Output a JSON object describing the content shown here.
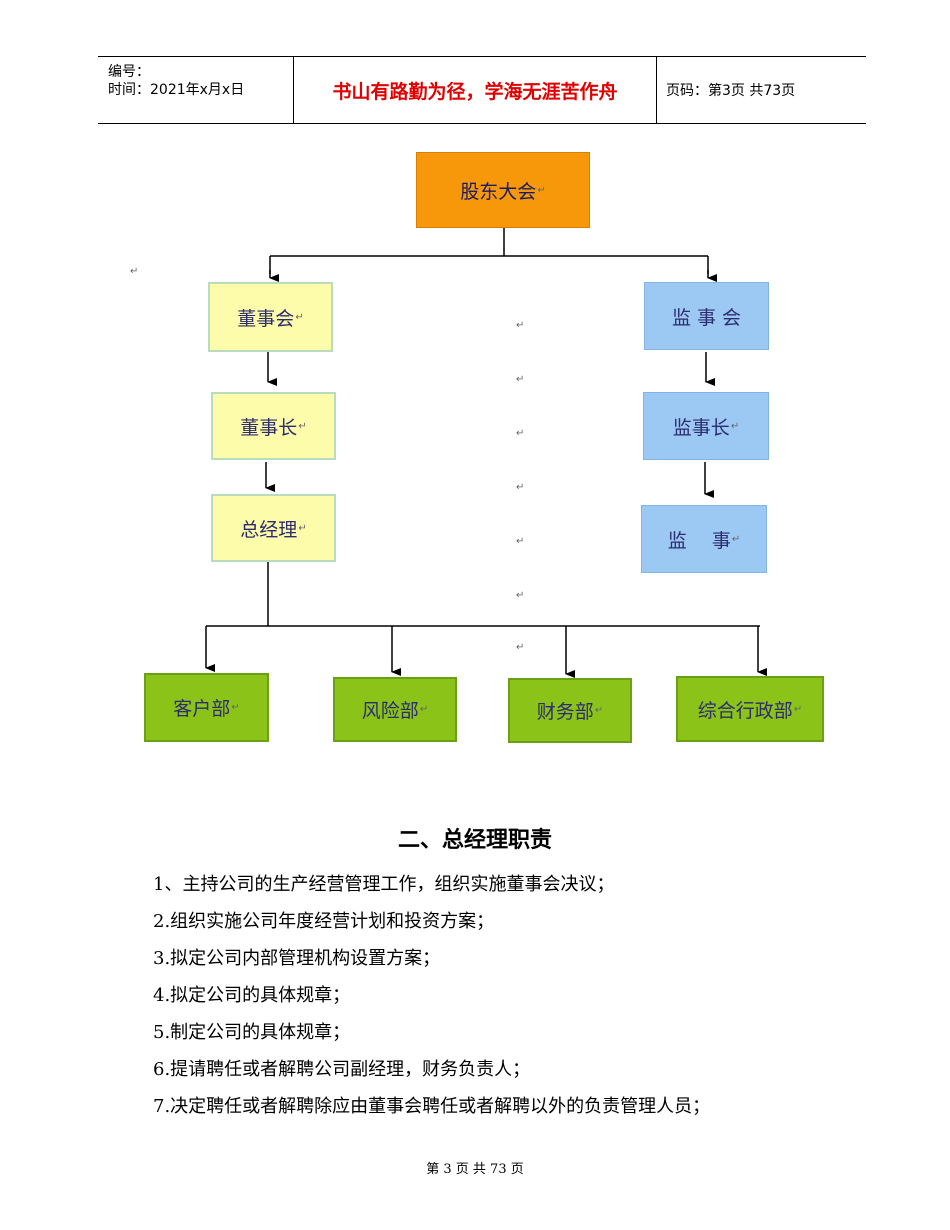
{
  "header": {
    "doc_no_label": "编号：",
    "time_label": "时间：2021年x月x日",
    "motto": "书山有路勤为径，学海无涯苦作舟",
    "page_info": "页码：第3页  共73页"
  },
  "chart": {
    "top": "股东大会",
    "board": "董事会",
    "chairman": "董事长",
    "gm": "总经理",
    "supervisory_board": "监 事 会",
    "supervisory_chair": "监事长",
    "supervisor": "监　 事",
    "departments": [
      "客户部",
      "风险部",
      "财务部",
      "综合行政部"
    ],
    "return_mark": "↵",
    "colors": {
      "top": "#f7980a",
      "left": "#fdfcaa",
      "right": "#9cc8f4",
      "dept": "#8bc319"
    }
  },
  "section": {
    "title": "二、总经理职责",
    "items": [
      "1、主持公司的生产经营管理工作，组织实施董事会决议；",
      "2.组织实施公司年度经营计划和投资方案；",
      "3.拟定公司内部管理机构设置方案；",
      "4.拟定公司的具体规章；",
      "5.制定公司的具体规章；",
      "6.提请聘任或者解聘公司副经理，财务负责人；",
      "7.决定聘任或者解聘除应由董事会聘任或者解聘以外的负责管理人员；"
    ]
  },
  "footer": "第 3 页 共 73 页"
}
